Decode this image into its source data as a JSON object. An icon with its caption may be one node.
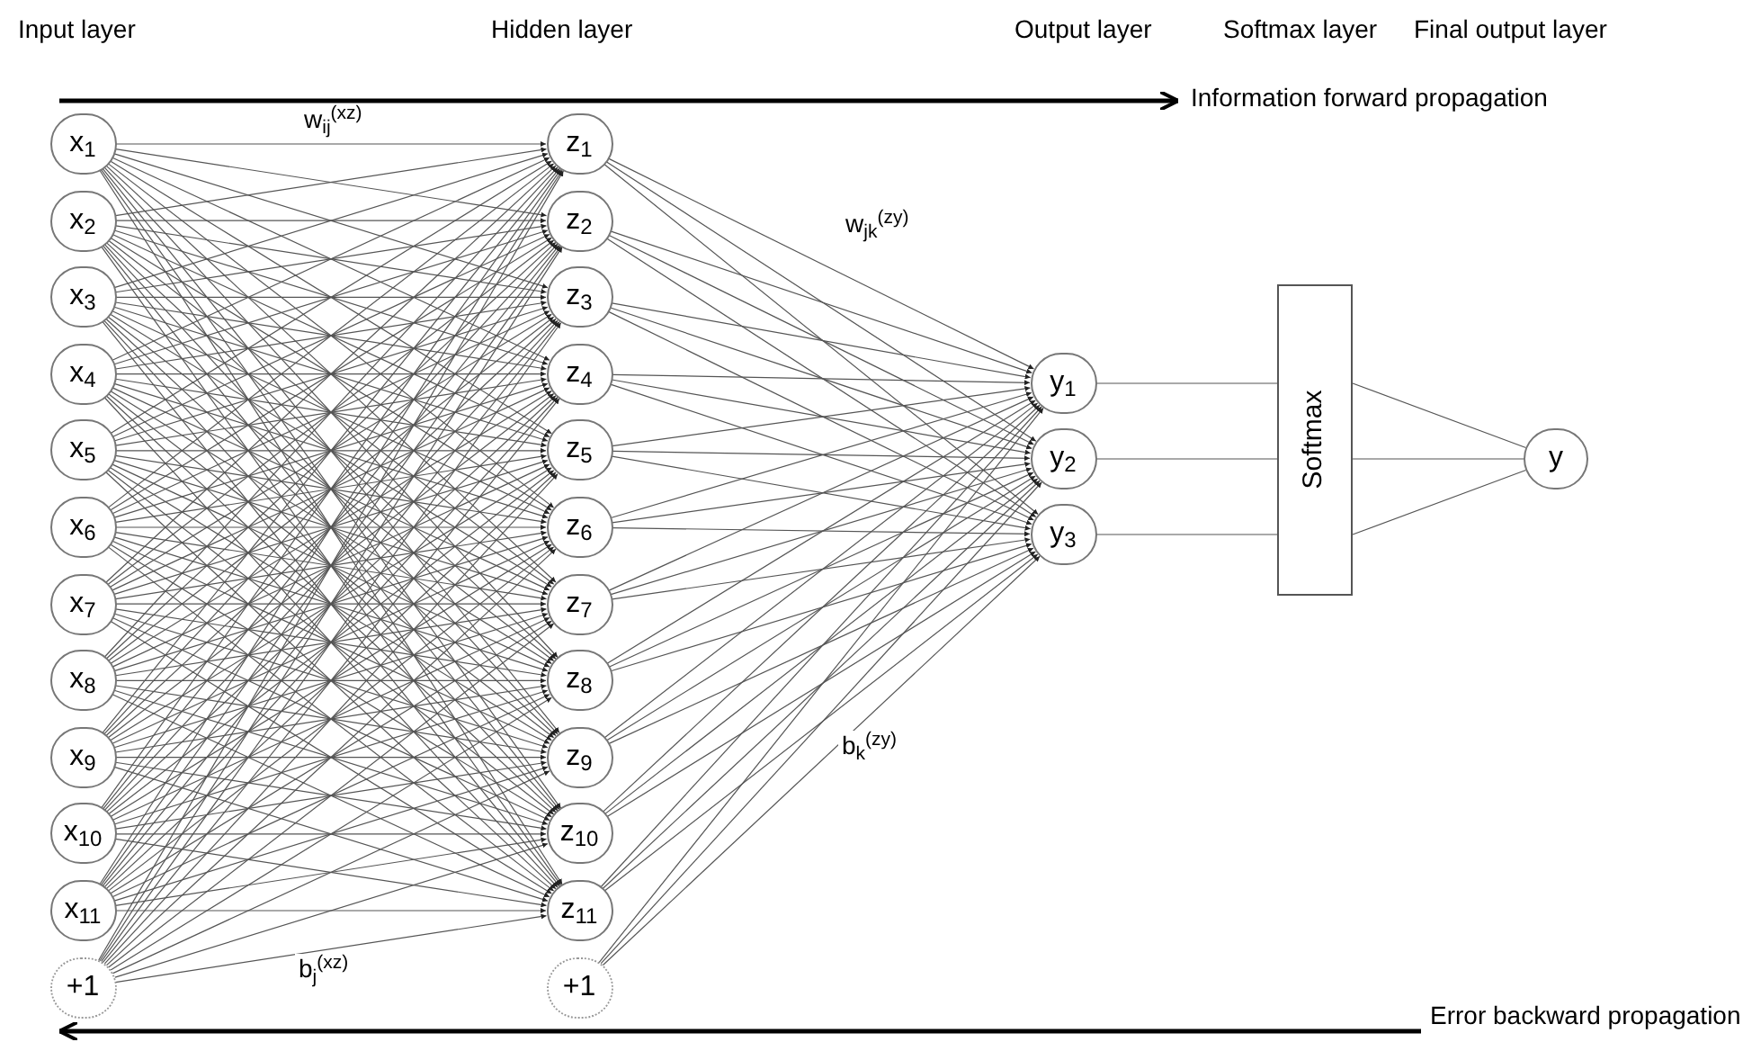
{
  "diagram": {
    "nodes": [
      {
        "text": [
          "x$_{1}$"
        ]
      },
      {
        "text": [
          "x$_{2}$"
        ]
      },
      {
        "text": [
          "x$_{3}$"
        ]
      },
      {
        "text": [
          "x$_{4}$"
        ]
      },
      {
        "text": [
          "x$_{5}$"
        ]
      },
      {
        "text": [
          "x$_{6}$"
        ]
      },
      {
        "text": [
          "x$_{7}$"
        ]
      },
      {
        "text": [
          "x$_{8}$"
        ]
      },
      {
        "text": [
          "x$_{9}$"
        ]
      },
      {
        "text": [
          "x$_{10}$"
        ]
      },
      {
        "text": [
          "x$_{11}$"
        ]
      },
      {
        "text": [
          "+1"
        ]
      },
      {
        "text": [
          "z$_{1}$"
        ]
      },
      {
        "text": [
          "z$_{2}$"
        ]
      },
      {
        "text": [
          "z$_{3}$"
        ]
      },
      {
        "text": [
          "z$_{4}$"
        ]
      },
      {
        "text": [
          "z$_{5}$"
        ]
      },
      {
        "text": [
          "z$_{6}$"
        ]
      },
      {
        "text": [
          "z$_{7}$"
        ]
      },
      {
        "text": [
          "z$_{8}$"
        ]
      },
      {
        "text": [
          "z$_{9}$"
        ]
      },
      {
        "text": [
          "z$_{10}$"
        ]
      },
      {
        "text": [
          "z$_{11}$"
        ]
      },
      {
        "text": [
          "+1"
        ]
      },
      {
        "text": [
          "y$_{1}$"
        ]
      },
      {
        "text": [
          "y$_{2}$"
        ]
      },
      {
        "text": [
          "y$_{3}$"
        ]
      },
      {
        "text": [
          "Softmax"
        ]
      },
      {
        "text": [
          "y"
        ]
      }
    ],
    "edges": [
      {
        "from": 0,
        "to": 12,
        "arrow": "to"
      },
      {
        "from": 0,
        "to": 13,
        "arrow": "to"
      },
      {
        "from": 0,
        "to": 14,
        "arrow": "to"
      },
      {
        "from": 0,
        "to": 15,
        "arrow": "to"
      },
      {
        "from": 0,
        "to": 16,
        "arrow": "to"
      },
      {
        "from": 0,
        "to": 17,
        "arrow": "to"
      },
      {
        "from": 0,
        "to": 18,
        "arrow": "to"
      },
      {
        "from": 0,
        "to": 19,
        "arrow": "to"
      },
      {
        "from": 0,
        "to": 20,
        "arrow": "to"
      },
      {
        "from": 0,
        "to": 21,
        "arrow": "to"
      },
      {
        "from": 0,
        "to": 22,
        "arrow": "to"
      },
      {
        "from": 1,
        "to": 12,
        "arrow": "to"
      },
      {
        "from": 1,
        "to": 13,
        "arrow": "to"
      },
      {
        "from": 1,
        "to": 14,
        "arrow": "to"
      },
      {
        "from": 1,
        "to": 15,
        "arrow": "to"
      },
      {
        "from": 1,
        "to": 16,
        "arrow": "to"
      },
      {
        "from": 1,
        "to": 17,
        "arrow": "to"
      },
      {
        "from": 1,
        "to": 18,
        "arrow": "to"
      },
      {
        "from": 1,
        "to": 19,
        "arrow": "to"
      },
      {
        "from": 1,
        "to": 20,
        "arrow": "to"
      },
      {
        "from": 1,
        "to": 21,
        "arrow": "to"
      },
      {
        "from": 1,
        "to": 22,
        "arrow": "to"
      },
      {
        "from": 2,
        "to": 12,
        "arrow": "to"
      },
      {
        "from": 2,
        "to": 13,
        "arrow": "to"
      },
      {
        "from": 2,
        "to": 14,
        "arrow": "to"
      },
      {
        "from": 2,
        "to": 15,
        "arrow": "to"
      },
      {
        "from": 2,
        "to": 16,
        "arrow": "to"
      },
      {
        "from": 2,
        "to": 17,
        "arrow": "to"
      },
      {
        "from": 2,
        "to": 18,
        "arrow": "to"
      },
      {
        "from": 2,
        "to": 19,
        "arrow": "to"
      },
      {
        "from": 2,
        "to": 20,
        "arrow": "to"
      },
      {
        "from": 2,
        "to": 21,
        "arrow": "to"
      },
      {
        "from": 2,
        "to": 22,
        "arrow": "to"
      },
      {
        "from": 3,
        "to": 12,
        "arrow": "to"
      },
      {
        "from": 3,
        "to": 13,
        "arrow": "to"
      },
      {
        "from": 3,
        "to": 14,
        "arrow": "to"
      },
      {
        "from": 3,
        "to": 15,
        "arrow": "to"
      },
      {
        "from": 3,
        "to": 16,
        "arrow": "to"
      },
      {
        "from": 3,
        "to": 17,
        "arrow": "to"
      },
      {
        "from": 3,
        "to": 18,
        "arrow": "to"
      },
      {
        "from": 3,
        "to": 19,
        "arrow": "to"
      },
      {
        "from": 3,
        "to": 20,
        "arrow": "to"
      },
      {
        "from": 3,
        "to": 21,
        "arrow": "to"
      },
      {
        "from": 3,
        "to": 22,
        "arrow": "to"
      },
      {
        "from": 4,
        "to": 12,
        "arrow": "to"
      },
      {
        "from": 4,
        "to": 13,
        "arrow": "to"
      },
      {
        "from": 4,
        "to": 14,
        "arrow": "to"
      },
      {
        "from": 4,
        "to": 15,
        "arrow": "to"
      },
      {
        "from": 4,
        "to": 16,
        "arrow": "to"
      },
      {
        "from": 4,
        "to": 17,
        "arrow": "to"
      },
      {
        "from": 4,
        "to": 18,
        "arrow": "to"
      },
      {
        "from": 4,
        "to": 19,
        "arrow": "to"
      },
      {
        "from": 4,
        "to": 20,
        "arrow": "to"
      },
      {
        "from": 4,
        "to": 21,
        "arrow": "to"
      },
      {
        "from": 4,
        "to": 22,
        "arrow": "to"
      },
      {
        "from": 5,
        "to": 12,
        "arrow": "to"
      },
      {
        "from": 5,
        "to": 13,
        "arrow": "to"
      },
      {
        "from": 5,
        "to": 14,
        "arrow": "to"
      },
      {
        "from": 5,
        "to": 15,
        "arrow": "to"
      },
      {
        "from": 5,
        "to": 16,
        "arrow": "to"
      },
      {
        "from": 5,
        "to": 17,
        "arrow": "to"
      },
      {
        "from": 5,
        "to": 18,
        "arrow": "to"
      },
      {
        "from": 5,
        "to": 19,
        "arrow": "to"
      },
      {
        "from": 5,
        "to": 20,
        "arrow": "to"
      },
      {
        "from": 5,
        "to": 21,
        "arrow": "to"
      },
      {
        "from": 5,
        "to": 22,
        "arrow": "to"
      },
      {
        "from": 6,
        "to": 12,
        "arrow": "to"
      },
      {
        "from": 6,
        "to": 13,
        "arrow": "to"
      },
      {
        "from": 6,
        "to": 14,
        "arrow": "to"
      },
      {
        "from": 6,
        "to": 15,
        "arrow": "to"
      },
      {
        "from": 6,
        "to": 16,
        "arrow": "to"
      },
      {
        "from": 6,
        "to": 17,
        "arrow": "to"
      },
      {
        "from": 6,
        "to": 18,
        "arrow": "to"
      },
      {
        "from": 6,
        "to": 19,
        "arrow": "to"
      },
      {
        "from": 6,
        "to": 20,
        "arrow": "to"
      },
      {
        "from": 6,
        "to": 21,
        "arrow": "to"
      },
      {
        "from": 6,
        "to": 22,
        "arrow": "to"
      },
      {
        "from": 7,
        "to": 12,
        "arrow": "to"
      },
      {
        "from": 7,
        "to": 13,
        "arrow": "to"
      },
      {
        "from": 7,
        "to": 14,
        "arrow": "to"
      },
      {
        "from": 7,
        "to": 15,
        "arrow": "to"
      },
      {
        "from": 7,
        "to": 16,
        "arrow": "to"
      },
      {
        "from": 7,
        "to": 17,
        "arrow": "to"
      },
      {
        "from": 7,
        "to": 18,
        "arrow": "to"
      },
      {
        "from": 7,
        "to": 19,
        "arrow": "to"
      },
      {
        "from": 7,
        "to": 20,
        "arrow": "to"
      },
      {
        "from": 7,
        "to": 21,
        "arrow": "to"
      },
      {
        "from": 7,
        "to": 22,
        "arrow": "to"
      },
      {
        "from": 8,
        "to": 12,
        "arrow": "to"
      },
      {
        "from": 8,
        "to": 13,
        "arrow": "to"
      },
      {
        "from": 8,
        "to": 14,
        "arrow": "to"
      },
      {
        "from": 8,
        "to": 15,
        "arrow": "to"
      },
      {
        "from": 8,
        "to": 16,
        "arrow": "to"
      },
      {
        "from": 8,
        "to": 17,
        "arrow": "to"
      },
      {
        "from": 8,
        "to": 18,
        "arrow": "to"
      },
      {
        "from": 8,
        "to": 19,
        "arrow": "to"
      },
      {
        "from": 8,
        "to": 20,
        "arrow": "to"
      },
      {
        "from": 8,
        "to": 21,
        "arrow": "to"
      },
      {
        "from": 8,
        "to": 22,
        "arrow": "to"
      },
      {
        "from": 9,
        "to": 12,
        "arrow": "to"
      },
      {
        "from": 9,
        "to": 13,
        "arrow": "to"
      },
      {
        "from": 9,
        "to": 14,
        "arrow": "to"
      },
      {
        "from": 9,
        "to": 15,
        "arrow": "to"
      },
      {
        "from": 9,
        "to": 16,
        "arrow": "to"
      },
      {
        "from": 9,
        "to": 17,
        "arrow": "to"
      },
      {
        "from": 9,
        "to": 18,
        "arrow": "to"
      },
      {
        "from": 9,
        "to": 19,
        "arrow": "to"
      },
      {
        "from": 9,
        "to": 20,
        "arrow": "to"
      },
      {
        "from": 9,
        "to": 21,
        "arrow": "to"
      },
      {
        "from": 9,
        "to": 22,
        "arrow": "to"
      },
      {
        "from": 10,
        "to": 12,
        "arrow": "to"
      },
      {
        "from": 10,
        "to": 13,
        "arrow": "to"
      },
      {
        "from": 10,
        "to": 14,
        "arrow": "to"
      },
      {
        "from": 10,
        "to": 15,
        "arrow": "to"
      },
      {
        "from": 10,
        "to": 16,
        "arrow": "to"
      },
      {
        "from": 10,
        "to": 17,
        "arrow": "to"
      },
      {
        "from": 10,
        "to": 18,
        "arrow": "to"
      },
      {
        "from": 10,
        "to": 19,
        "arrow": "to"
      },
      {
        "from": 10,
        "to": 20,
        "arrow": "to"
      },
      {
        "from": 10,
        "to": 21,
        "arrow": "to"
      },
      {
        "from": 10,
        "to": 22,
        "arrow": "to"
      },
      {
        "from": 11,
        "to": 12,
        "arrow": "to"
      },
      {
        "from": 11,
        "to": 13,
        "arrow": "to"
      },
      {
        "from": 11,
        "to": 14,
        "arrow": "to"
      },
      {
        "from": 11,
        "to": 15,
        "arrow": "to"
      },
      {
        "from": 11,
        "to": 16,
        "arrow": "to"
      },
      {
        "from": 11,
        "to": 17,
        "arrow": "to"
      },
      {
        "from": 11,
        "to": 18,
        "arrow": "to"
      },
      {
        "from": 11,
        "to": 19,
        "arrow": "to"
      },
      {
        "from": 11,
        "to": 20,
        "arrow": "to"
      },
      {
        "from": 11,
        "to": 21,
        "arrow": "to"
      },
      {
        "from": 11,
        "to": 22,
        "arrow": "to"
      },
      {
        "from": 12,
        "to": 24,
        "arrow": "to"
      },
      {
        "from": 12,
        "to": 25,
        "arrow": "to"
      },
      {
        "from": 12,
        "to": 26,
        "arrow": "to"
      },
      {
        "from": 13,
        "to": 24,
        "arrow": "to"
      },
      {
        "from": 13,
        "to": 25,
        "arrow": "to"
      },
      {
        "from": 13,
        "to": 26,
        "arrow": "to"
      },
      {
        "from": 14,
        "to": 24,
        "arrow": "to"
      },
      {
        "from": 14,
        "to": 25,
        "arrow": "to"
      },
      {
        "from": 14,
        "to": 26,
        "arrow": "to"
      },
      {
        "from": 15,
        "to": 24,
        "arrow": "to"
      },
      {
        "from": 15,
        "to": 25,
        "arrow": "to"
      },
      {
        "from": 15,
        "to": 26,
        "arrow": "to"
      },
      {
        "from": 16,
        "to": 24,
        "arrow": "to"
      },
      {
        "from": 16,
        "to": 25,
        "arrow": "to"
      },
      {
        "from": 16,
        "to": 26,
        "arrow": "to"
      },
      {
        "from": 17,
        "to": 24,
        "arrow": "to"
      },
      {
        "from": 17,
        "to": 25,
        "arrow": "to"
      },
      {
        "from": 17,
        "to": 26,
        "arrow": "to"
      },
      {
        "from": 18,
        "to": 24,
        "arrow": "to"
      },
      {
        "from": 18,
        "to": 25,
        "arrow": "to"
      },
      {
        "from": 18,
        "to": 26,
        "arrow": "to"
      },
      {
        "from": 19,
        "to": 24,
        "arrow": "to"
      },
      {
        "from": 19,
        "to": 25,
        "arrow": "to"
      },
      {
        "from": 19,
        "to": 26,
        "arrow": "to"
      },
      {
        "from": 20,
        "to": 24,
        "arrow": "to"
      },
      {
        "from": 20,
        "to": 25,
        "arrow": "to"
      },
      {
        "from": 20,
        "to": 26,
        "arrow": "to"
      },
      {
        "from": 21,
        "to": 24,
        "arrow": "to"
      },
      {
        "from": 21,
        "to": 25,
        "arrow": "to"
      },
      {
        "from": 21,
        "to": 26,
        "arrow": "to"
      },
      {
        "from": 22,
        "to": 24,
        "arrow": "to"
      },
      {
        "from": 22,
        "to": 25,
        "arrow": "to"
      },
      {
        "from": 22,
        "to": 26,
        "arrow": "to"
      },
      {
        "from": 23,
        "to": 24,
        "arrow": "to"
      },
      {
        "from": 23,
        "to": 25,
        "arrow": "to"
      },
      {
        "from": 23,
        "to": 26,
        "arrow": "to"
      },
      {
        "from": 24,
        "to": 27,
        "arrow": "none"
      },
      {
        "from": 25,
        "to": 27,
        "arrow": "none"
      },
      {
        "from": 26,
        "to": 27,
        "arrow": "none"
      },
      {
        "from": 27,
        "to": 28,
        "arrow": "none"
      },
      {
        "from": 27,
        "to": 28,
        "arrow": "none"
      },
      {
        "from": 27,
        "to": 28,
        "arrow": "none"
      }
    ],
    "labels": [
      "Input layer",
      "Hidden layer",
      "Output layer",
      "Softmax layer",
      "Final output layer",
      "Information forward propagation",
      "w$_{ij}$$^{(xz)}$",
      "w$_{jk}$$^{(zy)}$",
      "b$_{k}$$^{(zy)}$",
      "b$_{j}$$^{(xz)}$",
      "Error backward propagation"
    ]
  }
}
